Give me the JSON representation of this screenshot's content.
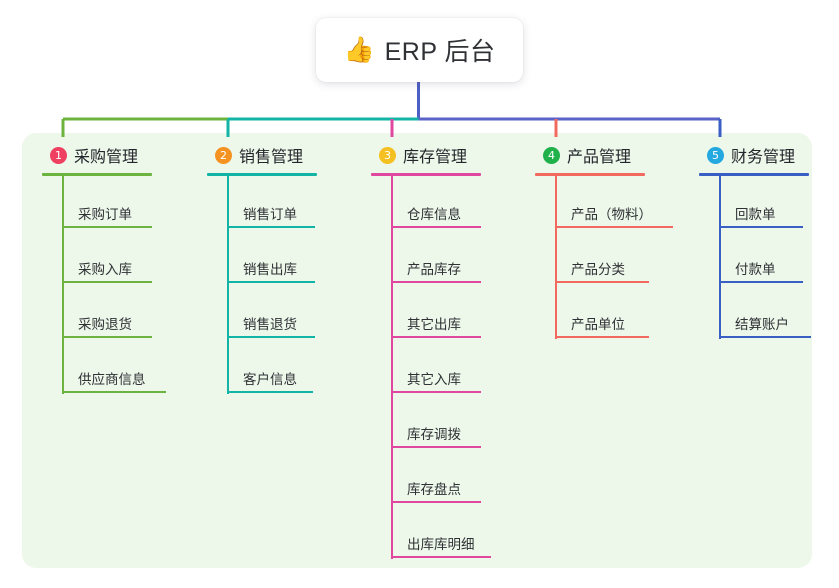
{
  "diagram": {
    "type": "mindmap",
    "root": {
      "icon": "thumbs-up-icon",
      "emoji": "👍",
      "title": "ERP 后台"
    },
    "panel_color": "#edf7ea",
    "trunk_color": "#4f5fc4",
    "bus_segments": [
      {
        "color": "#6cb33f"
      },
      {
        "color": "#12b5a5"
      },
      {
        "color": "#5a63c8"
      }
    ],
    "columns": [
      {
        "index": "1",
        "badge_color": "#ef4061",
        "accent": "#6cb33f",
        "label": "采购管理",
        "items": [
          "采购订单",
          "采购入库",
          "采购退货",
          "供应商信息"
        ]
      },
      {
        "index": "2",
        "badge_color": "#f59322",
        "accent": "#12b5a5",
        "label": "销售管理",
        "items": [
          "销售订单",
          "销售出库",
          "销售退货",
          "客户信息"
        ]
      },
      {
        "index": "3",
        "badge_color": "#f5c021",
        "accent": "#e0479e",
        "label": "库存管理",
        "items": [
          "仓库信息",
          "产品库存",
          "其它出库",
          "其它入库",
          "库存调拨",
          "库存盘点",
          "出库库明细"
        ]
      },
      {
        "index": "4",
        "badge_color": "#21b14b",
        "accent": "#f2695f",
        "label": "产品管理",
        "items": [
          "产品（物料）",
          "产品分类",
          "产品单位"
        ]
      },
      {
        "index": "5",
        "badge_color": "#23a8e0",
        "accent": "#3a5fc4",
        "label": "财务管理",
        "items": [
          "回款单",
          "付款单",
          "结算账户"
        ]
      }
    ]
  }
}
